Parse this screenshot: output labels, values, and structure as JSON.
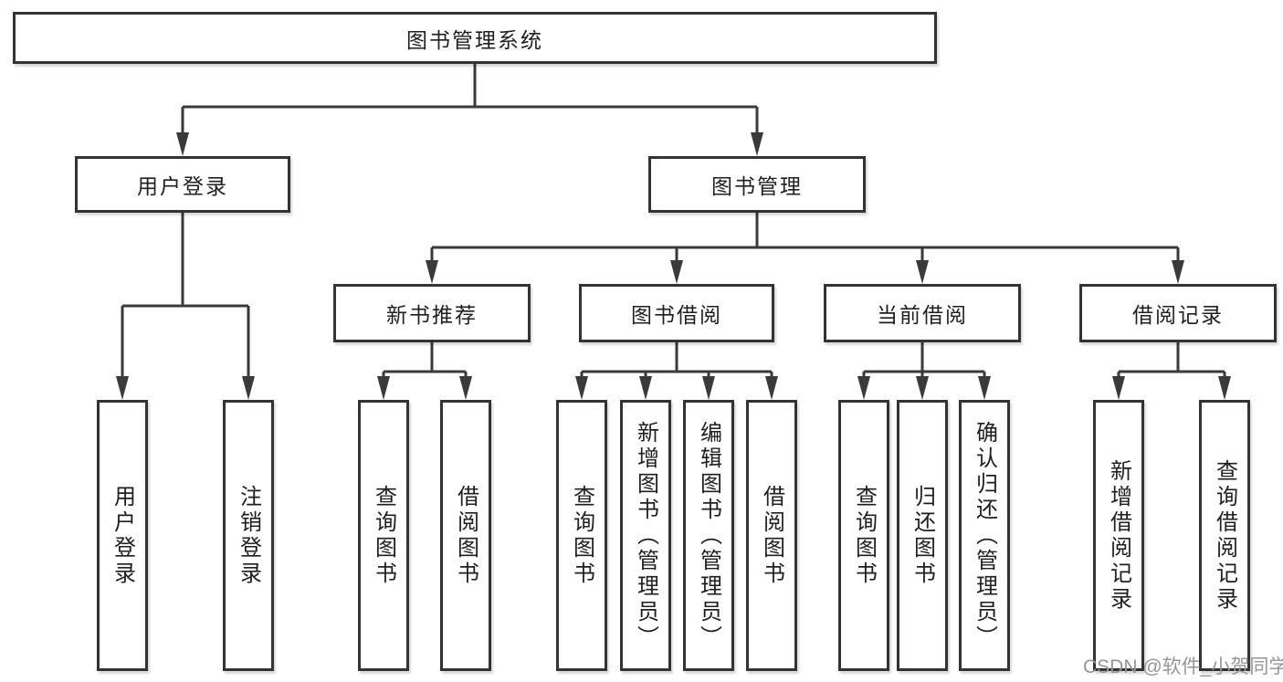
{
  "nodes": {
    "root": {
      "label": "图书管理系统"
    },
    "level2": [
      {
        "label": "用户登录"
      },
      {
        "label": "图书管理"
      }
    ],
    "level3": [
      {
        "label": "新书推荐"
      },
      {
        "label": "图书借阅"
      },
      {
        "label": "当前借阅"
      },
      {
        "label": "借阅记录"
      }
    ],
    "leaves": [
      {
        "label": "用户登录"
      },
      {
        "label": "注销登录"
      },
      {
        "label": "查询图书"
      },
      {
        "label": "借阅图书"
      },
      {
        "label": "查询图书"
      },
      {
        "label": "新增图书（管理员）"
      },
      {
        "label": "编辑图书（管理员）"
      },
      {
        "label": "借阅图书"
      },
      {
        "label": "查询图书"
      },
      {
        "label": "归还图书"
      },
      {
        "label": "确认归还（管理员）"
      },
      {
        "label": "新增借阅记录"
      },
      {
        "label": "查询借阅记录"
      }
    ]
  },
  "watermark": "CSDN @软件_小贺同学",
  "colors": {
    "line": "#3a3a3a",
    "box_border": "#333333",
    "box_background": "#ffffff",
    "text": "#1f1f1f",
    "watermark": "#969696"
  }
}
